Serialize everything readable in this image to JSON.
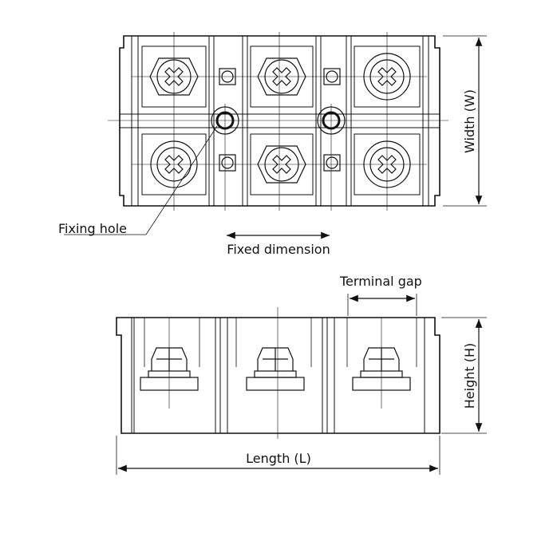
{
  "labels": {
    "fixing_hole": "Fixing hole",
    "fixed_dimension": "Fixed dimension",
    "terminal_gap": "Terminal gap",
    "length": "Length (L)",
    "width": "Width (W)",
    "height": "Height (H)"
  },
  "terminals": {
    "count": 3
  }
}
